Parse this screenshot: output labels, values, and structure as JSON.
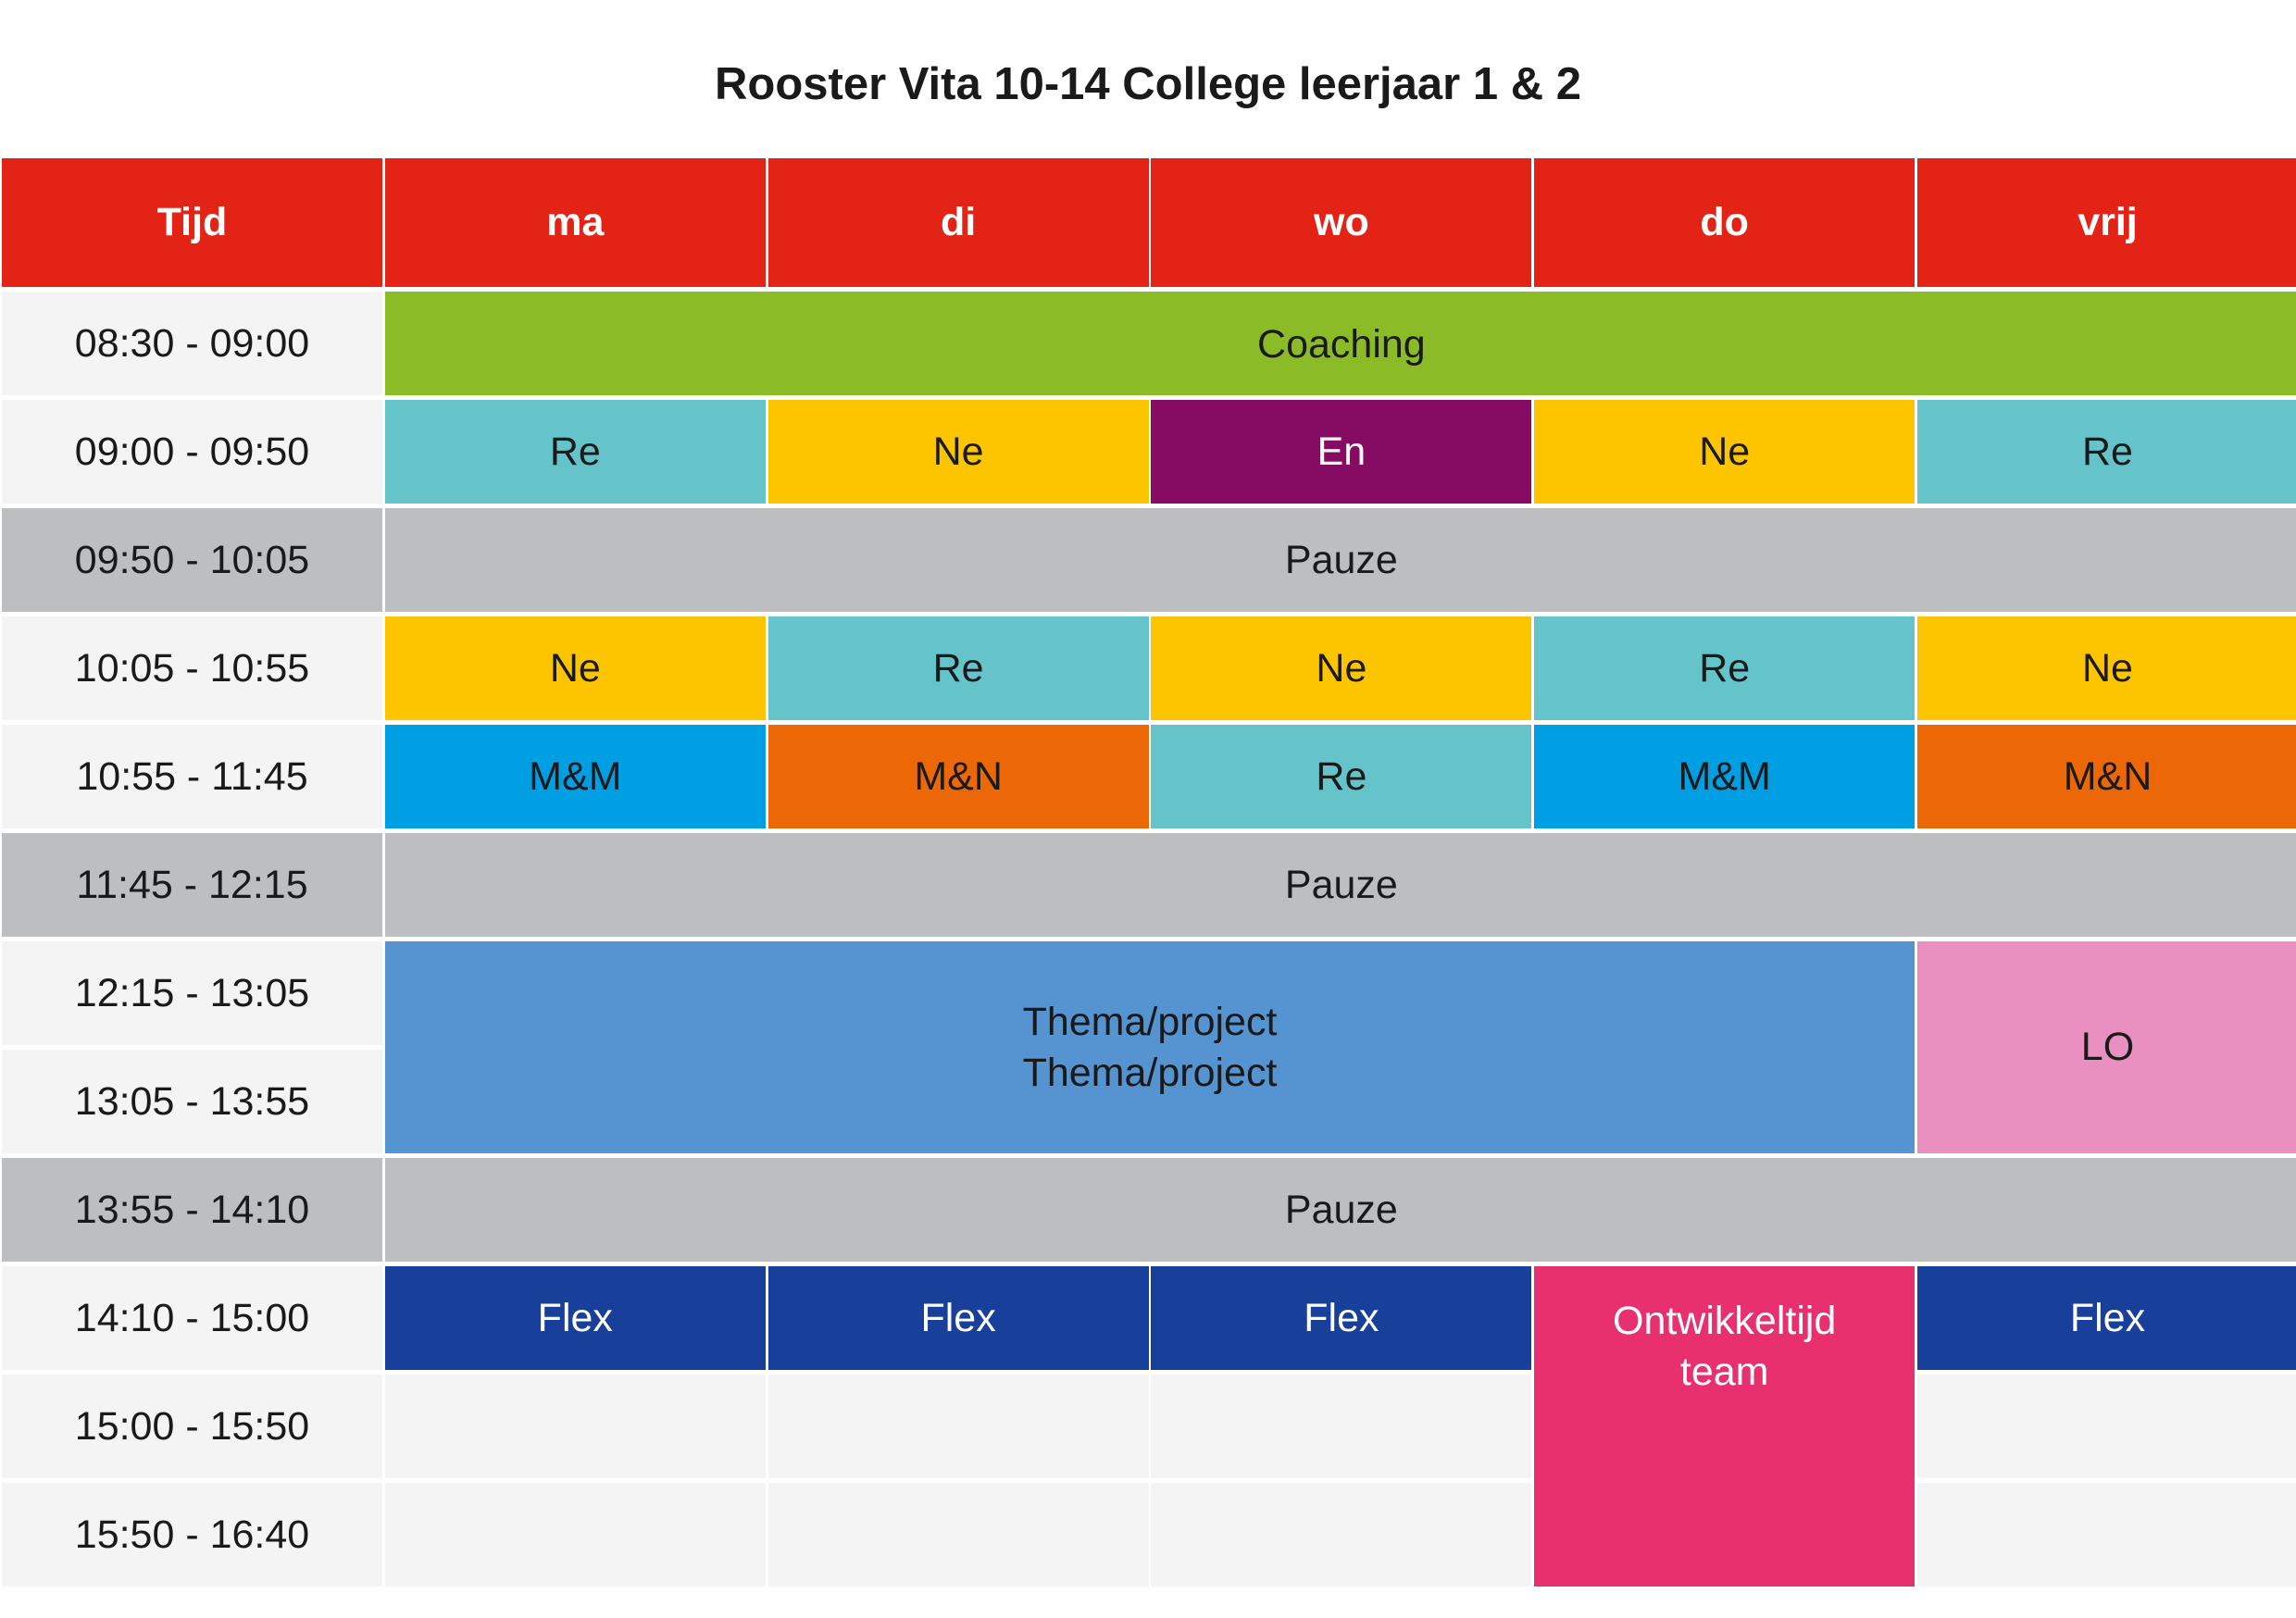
{
  "title": "Rooster Vita 10-14 College leerjaar 1 & 2",
  "colors": {
    "header": "#e32315",
    "coaching": "#8cbb28",
    "re": "#65c3ca",
    "ne": "#fcc500",
    "en": "#850c62",
    "pauze": "#bdbec0",
    "m_en_m": "#009fe3",
    "m_en_n": "#ec6807",
    "thema": "#5693d1",
    "lo": "#e990c1",
    "flex": "#183f99",
    "ontwikkeltijd": "#e8306f",
    "time_cell": "#f4f4f4"
  },
  "header": {
    "tijd": "Tijd",
    "days": [
      "ma",
      "di",
      "wo",
      "do",
      "vrij"
    ]
  },
  "times": [
    "08:30 - 09:00",
    "09:00 - 09:50",
    "09:50 - 10:05",
    "10:05 - 10:55",
    "10:55 - 11:45",
    "11:45 - 12:15",
    "12:15 - 13:05",
    "13:05 - 13:55",
    "13:55 - 14:10",
    "14:10 - 15:00",
    "15:00 - 15:50",
    "15:50 - 16:40"
  ],
  "blocks": {
    "coaching": "Coaching",
    "pauze_1": "Pauze",
    "pauze_2": "Pauze",
    "pauze_3": "Pauze",
    "row_0900": [
      "Re",
      "Ne",
      "En",
      "Ne",
      "Re"
    ],
    "row_1005": [
      "Ne",
      "Re",
      "Ne",
      "Re",
      "Ne"
    ],
    "row_1055": [
      "M&M",
      "M&N",
      "Re",
      "M&M",
      "M&N"
    ],
    "thema_line_1": "Thema/project",
    "thema_line_2": "Thema/project",
    "lo": "LO",
    "flex": [
      "Flex",
      "Flex",
      "Flex",
      "Flex"
    ],
    "ontwikkeltijd_line_1": "Ontwikkeltijd",
    "ontwikkeltijd_line_2": "team"
  }
}
